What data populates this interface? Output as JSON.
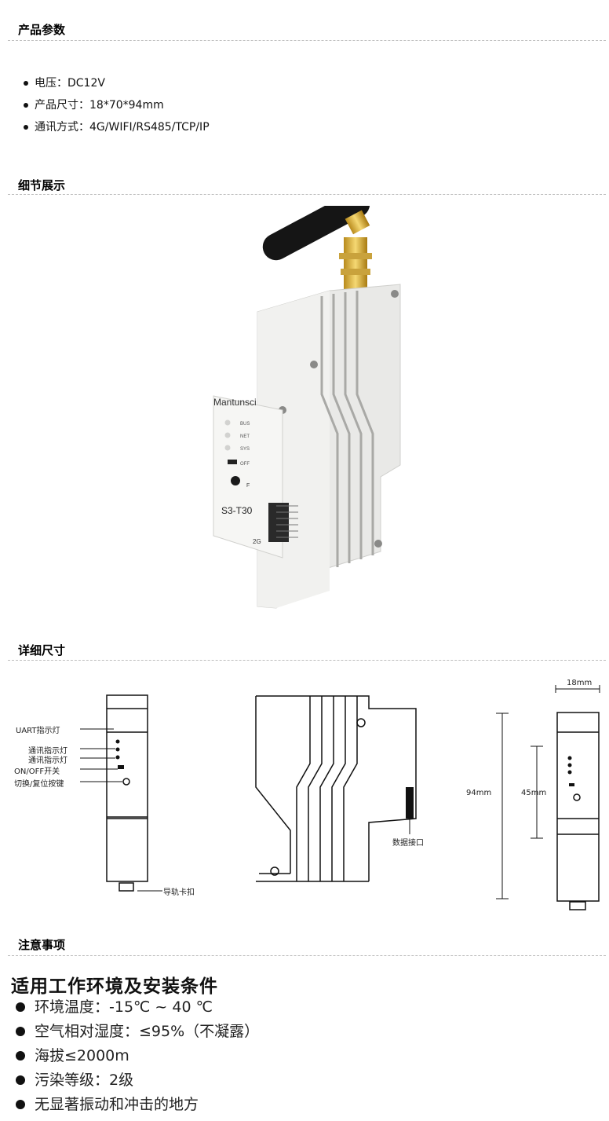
{
  "sections": {
    "params": "产品参数",
    "details": "细节展示",
    "dimensions": "详细尺寸",
    "notes": "注意事项"
  },
  "params": [
    {
      "label": "电压：",
      "value": "DC12V"
    },
    {
      "label": "产品尺寸：",
      "value": "18*70*94mm"
    },
    {
      "label": "通讯方式：",
      "value": "4G/WIFI/RS485/TCP/IP"
    }
  ],
  "photo": {
    "brand": "Mantunsci",
    "leds": [
      "BUS",
      "NET",
      "SYS"
    ],
    "switch": "OFF",
    "button": "F",
    "model": "S3-T30",
    "net": "2G"
  },
  "dims": {
    "uart_led": "UART指示灯",
    "comm_led_1": "通讯指示灯",
    "comm_led_2": "通讯指示灯",
    "onoff": "ON/OFF开关",
    "reset": "切换/复位按键",
    "rail_clip": "导轨卡扣",
    "data_port": "数据接口",
    "width": "18mm",
    "height_total": "94mm",
    "height_inner": "45mm"
  },
  "env": {
    "title": "适用工作环境及安装条件",
    "items": [
      "环境温度：-15℃ ~ 40 ℃",
      "空气相对湿度：≤95%（不凝露）",
      "海拔≤2000m",
      "污染等级：2级",
      "无显著振动和冲击的地方"
    ]
  }
}
